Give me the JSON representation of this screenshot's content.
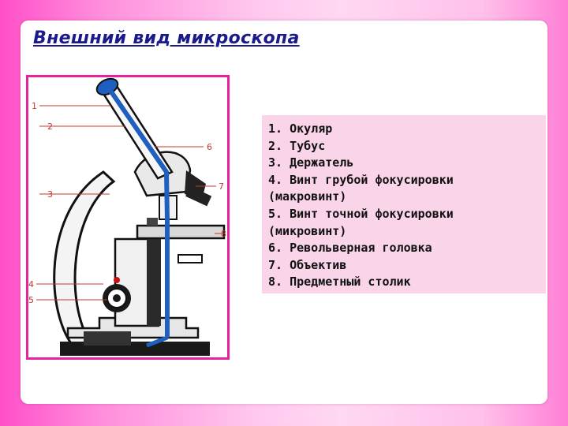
{
  "slide": {
    "title": "Внешний вид микроскопа"
  },
  "figure": {
    "number_labels": [
      "1",
      "2",
      "3",
      "4",
      "5",
      "6",
      "7",
      "8"
    ]
  },
  "legend": {
    "items": [
      "1. Окуляр",
      "2. Тубус",
      "3. Держатель",
      "4. Винт грубой фокусировки",
      "(макровинт)",
      "5. Винт точной  фокусировки",
      "(микровинт)",
      "6. Револьверная головка",
      "7. Объектив",
      "8. Предметный столик"
    ]
  },
  "colors": {
    "frame": "#e8229c",
    "legend_bg": "#fad5ea",
    "title": "#1a1a8c",
    "light_path": "#1f5fbf",
    "callout": "#c0392b"
  }
}
